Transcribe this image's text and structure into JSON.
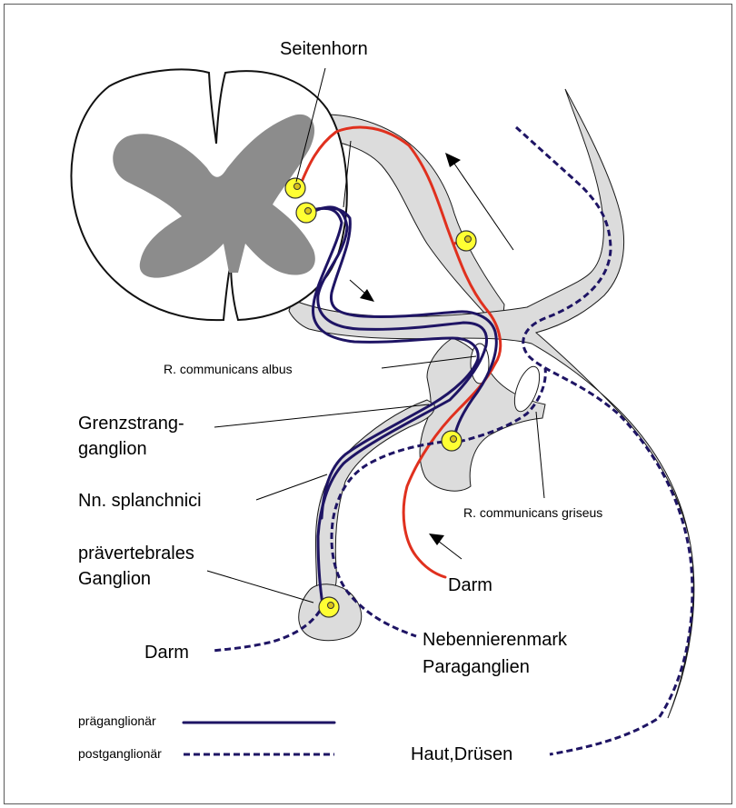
{
  "labels": {
    "seitenhorn": "Seitenhorn",
    "r_communicans_albus": "R. communicans albus",
    "grenzstrang_line1": "Grenzstrang-",
    "grenzstrang_line2": "ganglion",
    "nn_splanchnici": "Nn. splanchnici",
    "r_communicans_griseus": "R. communicans griseus",
    "praevertebrales_line1": "prävertebrales",
    "praevertebrales_line2": "Ganglion",
    "darm_center": "Darm",
    "darm_left": "Darm",
    "nebennierenmark": "Nebennierenmark",
    "paraganglien": "Paraganglien",
    "haut_druesen": "Haut,Drüsen"
  },
  "legend": {
    "pre_label": "präganglionär",
    "post_label": "postganglionär"
  },
  "colors": {
    "preganglionic": "#1e1464",
    "afferent": "#e0301e",
    "nerve_fill": "#dcdcdc",
    "grey_matter": "#8c8c8c",
    "ganglion_cell": "#ffff33"
  }
}
